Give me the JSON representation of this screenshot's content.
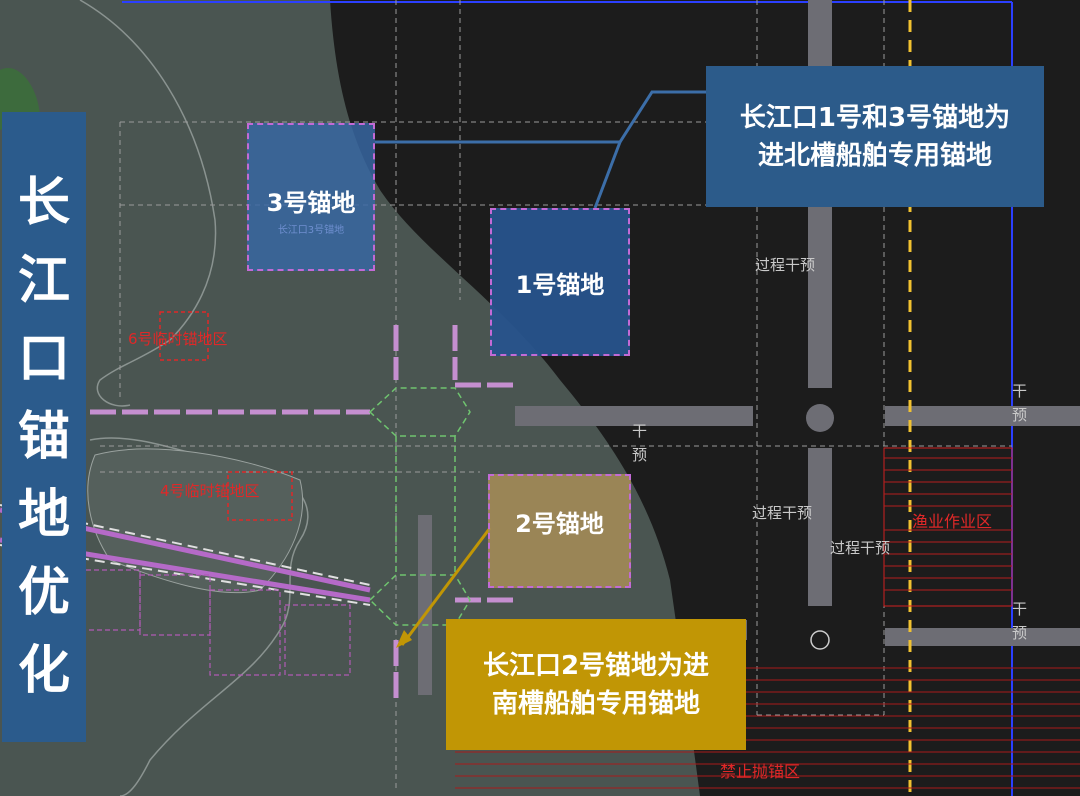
{
  "title": {
    "chars": [
      "长",
      "江",
      "口",
      "锚",
      "地",
      "优",
      "化"
    ]
  },
  "anchorages": {
    "no3": {
      "label": "3号锚地",
      "sublabel": "长江口3号锚地"
    },
    "no1": {
      "label": "1号锚地"
    },
    "no2": {
      "label": "2号锚地"
    }
  },
  "callouts": {
    "north": {
      "line1": "长江口1号和3号锚地为",
      "line2": "进北槽船舶专用锚地"
    },
    "south": {
      "line1": "长江口2号锚地为进",
      "line2": "南槽船舶专用锚地"
    }
  },
  "zones": {
    "temp6": "6号临时锚地区",
    "temp4": "4号临时锚地区",
    "fishing": "渔业作业区",
    "no_anchor": "禁止抛锚区",
    "traffic1": "过程干预",
    "traffic2": "过程干预",
    "traffic3": "过程干预",
    "gan1": "干",
    "yu1": "预",
    "gan2": "干",
    "yu2": "预",
    "gan3": "干",
    "yu3": "预"
  },
  "colors": {
    "title_bg": "#2b5b8c",
    "callout_north_bg": "#2c5b8a",
    "callout_south_bg": "#c19605",
    "anchorage_1": "#27538c",
    "anchorage_2": "#a38b56",
    "anchorage_3": "#3768a5",
    "warning_red": "#e02828",
    "boundary_yellow": "#f2c230",
    "channel_purple": "#c36ad6"
  }
}
